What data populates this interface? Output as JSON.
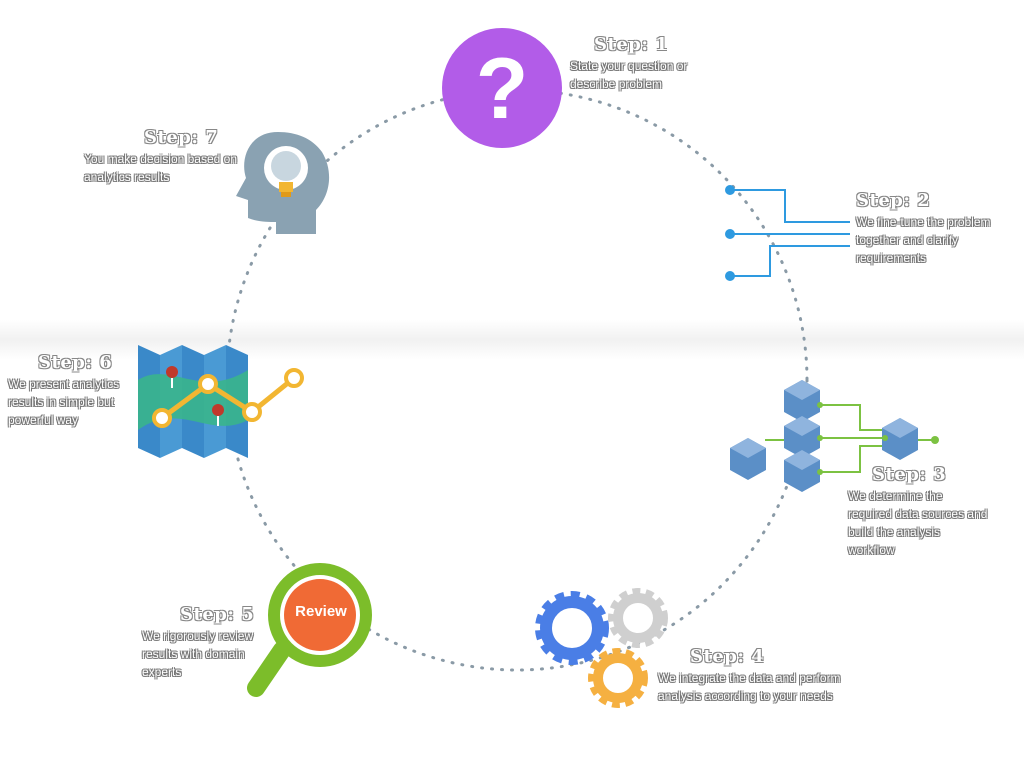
{
  "steps": [
    {
      "title": "Step: 1",
      "description": "State your question or describe problem",
      "icon": "question-mark-icon"
    },
    {
      "title": "Step: 2",
      "description": "We fine-tune the problem together and clarify requirements",
      "icon": "circuit-lines-icon"
    },
    {
      "title": "Step: 3",
      "description": "We determine the required data sources and build the analysis workflow",
      "icon": "cubes-workflow-icon"
    },
    {
      "title": "Step: 4",
      "description": "We integrate the data and perform analysis according to your needs",
      "icon": "gears-icon"
    },
    {
      "title": "Step: 5",
      "description": "We rigorously review results with domain experts",
      "icon": "magnifier-review-icon"
    },
    {
      "title": "Step: 6",
      "description": "We present analytics results in simple but powerful way",
      "icon": "map-chart-icon"
    },
    {
      "title": "Step: 7",
      "description": "You make decision based on analytics results",
      "icon": "head-lightbulb-icon"
    }
  ],
  "review_label": "Review",
  "colors": {
    "question": "#b25ce8",
    "circuit": "#2e9ae0",
    "cube": "#5b8fc7",
    "cube_line": "#7cc242",
    "gear_blue": "#4a7ee6",
    "gear_gray": "#cfcfcf",
    "gear_orange": "#f5b041",
    "magnifier_ring": "#7cbd2a",
    "review": "#f06a35",
    "map_blue": "#4a9ad4",
    "map_green": "#3ab58c",
    "chart_line": "#f2b632",
    "head": "#8aa2b2",
    "bulb": "#f2b632",
    "dots": "#8a9aa6"
  }
}
